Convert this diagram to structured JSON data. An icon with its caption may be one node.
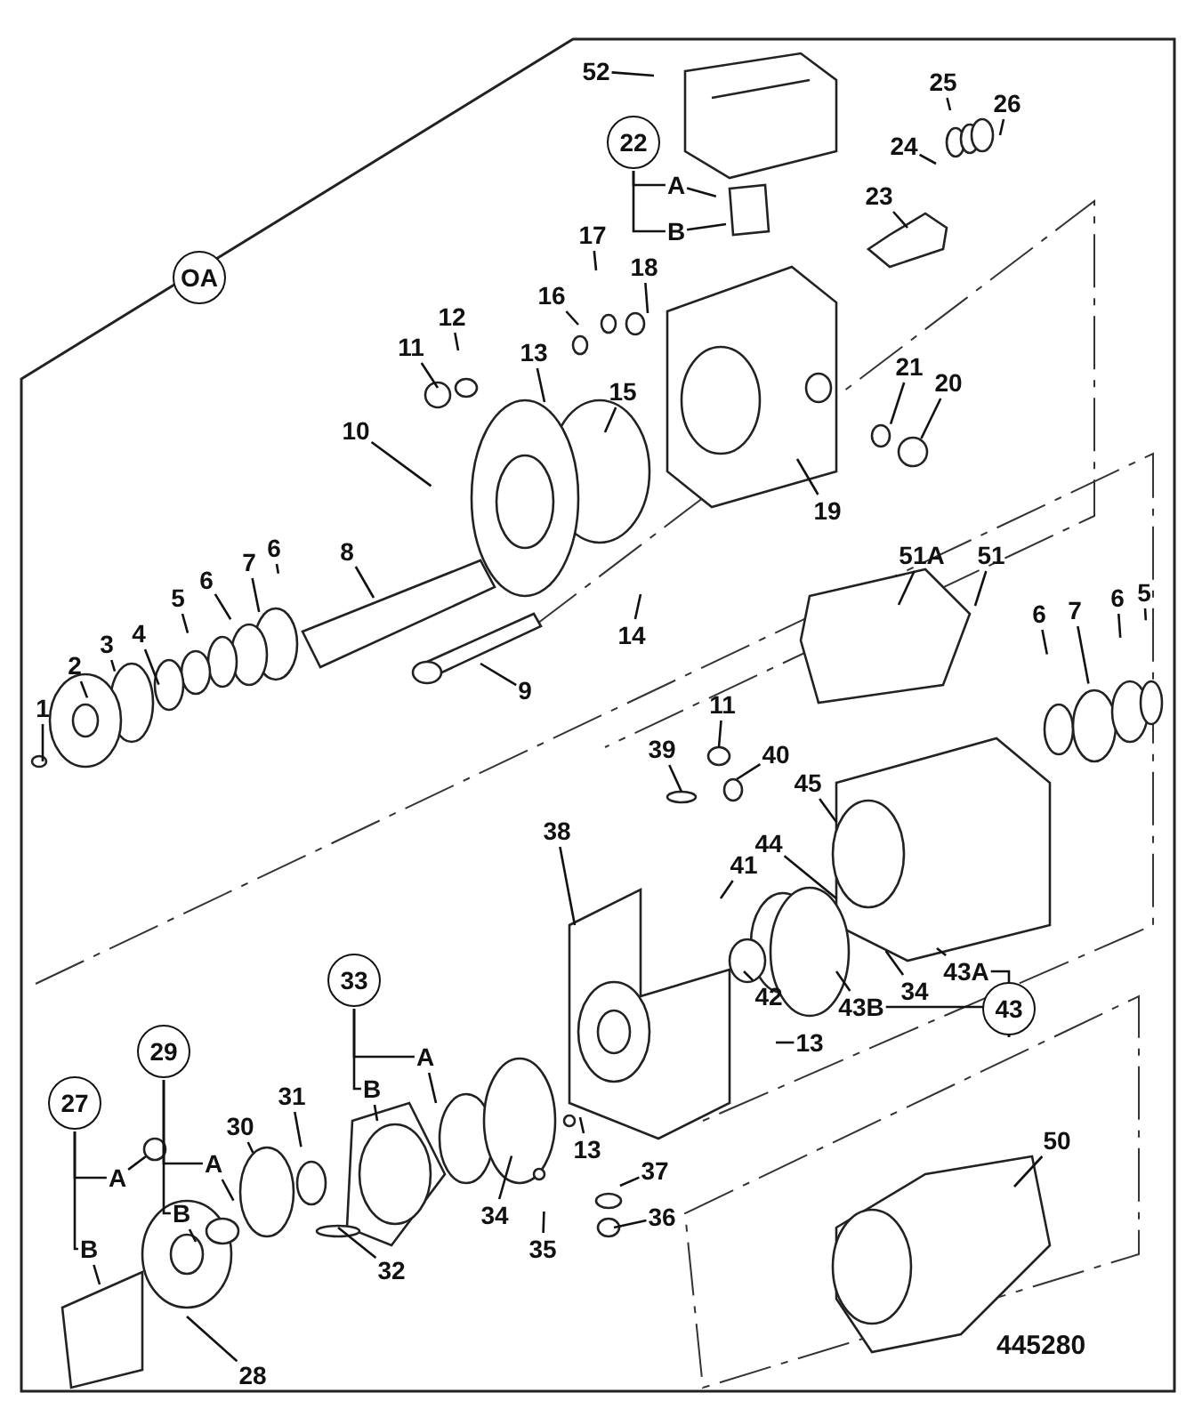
{
  "diagram": {
    "nodes": [
      {
        "text": [
          "52"
        ]
      },
      {
        "text": [
          "25"
        ]
      },
      {
        "text": [
          "26"
        ]
      },
      {
        "text": [
          "22"
        ]
      },
      {
        "text": [
          "24"
        ]
      },
      {
        "text": [
          "23"
        ]
      },
      {
        "text": [
          "A"
        ]
      },
      {
        "text": [
          "B"
        ]
      },
      {
        "text": [
          "17"
        ]
      },
      {
        "text": [
          "OA"
        ]
      },
      {
        "text": [
          "18"
        ]
      },
      {
        "text": [
          "16"
        ]
      },
      {
        "text": [
          "12"
        ]
      },
      {
        "text": [
          "11"
        ]
      },
      {
        "text": [
          "13"
        ]
      },
      {
        "text": [
          "21"
        ]
      },
      {
        "text": [
          "20"
        ]
      },
      {
        "text": [
          "15"
        ]
      },
      {
        "text": [
          "10"
        ]
      },
      {
        "text": [
          "19"
        ]
      },
      {
        "text": [
          "51A"
        ]
      },
      {
        "text": [
          "51"
        ]
      },
      {
        "text": [
          "6"
        ]
      },
      {
        "text": [
          "8"
        ]
      },
      {
        "text": [
          "7"
        ]
      },
      {
        "text": [
          "6"
        ]
      },
      {
        "text": [
          "5"
        ]
      },
      {
        "text": [
          "5"
        ]
      },
      {
        "text": [
          "6"
        ]
      },
      {
        "text": [
          "7"
        ]
      },
      {
        "text": [
          "6"
        ]
      },
      {
        "text": [
          "4"
        ]
      },
      {
        "text": [
          "14"
        ]
      },
      {
        "text": [
          "3"
        ]
      },
      {
        "text": [
          "2"
        ]
      },
      {
        "text": [
          "9"
        ]
      },
      {
        "text": [
          "1"
        ]
      },
      {
        "text": [
          "11"
        ]
      },
      {
        "text": [
          "40"
        ]
      },
      {
        "text": [
          "39"
        ]
      },
      {
        "text": [
          "45"
        ]
      },
      {
        "text": [
          "38"
        ]
      },
      {
        "text": [
          "44"
        ]
      },
      {
        "text": [
          "41"
        ]
      },
      {
        "text": [
          "43A"
        ]
      },
      {
        "text": [
          "33"
        ]
      },
      {
        "text": [
          "42"
        ]
      },
      {
        "text": [
          "34"
        ]
      },
      {
        "text": [
          "43B"
        ]
      },
      {
        "text": [
          "43"
        ]
      },
      {
        "text": [
          "13"
        ]
      },
      {
        "text": [
          "29"
        ]
      },
      {
        "text": [
          "A"
        ]
      },
      {
        "text": [
          "B"
        ]
      },
      {
        "text": [
          "27"
        ]
      },
      {
        "text": [
          "31"
        ]
      },
      {
        "text": [
          "30"
        ]
      },
      {
        "text": [
          "A"
        ]
      },
      {
        "text": [
          "A"
        ]
      },
      {
        "text": [
          "B"
        ]
      },
      {
        "text": [
          "13"
        ]
      },
      {
        "text": [
          "37"
        ]
      },
      {
        "text": [
          "34"
        ]
      },
      {
        "text": [
          "B"
        ]
      },
      {
        "text": [
          "36"
        ]
      },
      {
        "text": [
          "35"
        ]
      },
      {
        "text": [
          "32"
        ]
      },
      {
        "text": [
          "50"
        ]
      },
      {
        "text": [
          "28"
        ]
      }
    ],
    "edges": [
      {
        "from": 0,
        "to": null,
        "arrow": "none"
      },
      {
        "from": 1,
        "to": null,
        "arrow": "none"
      },
      {
        "from": 2,
        "to": null,
        "arrow": "none"
      },
      {
        "from": 3,
        "to": 6,
        "arrow": "none"
      },
      {
        "from": 3,
        "to": 7,
        "arrow": "none"
      },
      {
        "from": 4,
        "to": null,
        "arrow": "none"
      },
      {
        "from": 5,
        "to": null,
        "arrow": "none"
      },
      {
        "from": 6,
        "to": null,
        "arrow": "none"
      },
      {
        "from": 7,
        "to": null,
        "arrow": "none"
      },
      {
        "from": 8,
        "to": null,
        "arrow": "none"
      },
      {
        "from": 10,
        "to": null,
        "arrow": "none"
      },
      {
        "from": 11,
        "to": null,
        "arrow": "none"
      },
      {
        "from": 12,
        "to": null,
        "arrow": "none"
      },
      {
        "from": 13,
        "to": null,
        "arrow": "none"
      },
      {
        "from": 14,
        "to": null,
        "arrow": "none"
      },
      {
        "from": 15,
        "to": null,
        "arrow": "none"
      },
      {
        "from": 16,
        "to": null,
        "arrow": "none"
      },
      {
        "from": 17,
        "to": null,
        "arrow": "none"
      },
      {
        "from": 18,
        "to": null,
        "arrow": "none"
      },
      {
        "from": 19,
        "to": null,
        "arrow": "none"
      },
      {
        "from": 20,
        "to": null,
        "arrow": "none"
      },
      {
        "from": 21,
        "to": null,
        "arrow": "none"
      },
      {
        "from": 22,
        "to": null,
        "arrow": "none"
      },
      {
        "from": 23,
        "to": null,
        "arrow": "none"
      },
      {
        "from": 24,
        "to": null,
        "arrow": "none"
      },
      {
        "from": 25,
        "to": null,
        "arrow": "none"
      },
      {
        "from": 26,
        "to": null,
        "arrow": "none"
      },
      {
        "from": 27,
        "to": null,
        "arrow": "none"
      },
      {
        "from": 28,
        "to": null,
        "arrow": "none"
      },
      {
        "from": 29,
        "to": null,
        "arrow": "none"
      },
      {
        "from": 30,
        "to": null,
        "arrow": "none"
      },
      {
        "from": 31,
        "to": null,
        "arrow": "none"
      },
      {
        "from": 32,
        "to": null,
        "arrow": "none"
      },
      {
        "from": 33,
        "to": null,
        "arrow": "none"
      },
      {
        "from": 34,
        "to": null,
        "arrow": "none"
      },
      {
        "from": 35,
        "to": null,
        "arrow": "none"
      },
      {
        "from": 36,
        "to": null,
        "arrow": "none"
      },
      {
        "from": 37,
        "to": null,
        "arrow": "none"
      },
      {
        "from": 38,
        "to": null,
        "arrow": "none"
      },
      {
        "from": 39,
        "to": null,
        "arrow": "none"
      },
      {
        "from": 40,
        "to": null,
        "arrow": "none"
      },
      {
        "from": 41,
        "to": null,
        "arrow": "none"
      },
      {
        "from": 42,
        "to": null,
        "arrow": "none"
      },
      {
        "from": 43,
        "to": null,
        "arrow": "none"
      },
      {
        "from": 44,
        "to": null,
        "arrow": "none"
      },
      {
        "from": 45,
        "to": 52,
        "arrow": "none"
      },
      {
        "from": 45,
        "to": 53,
        "arrow": "none"
      },
      {
        "from": 46,
        "to": null,
        "arrow": "none"
      },
      {
        "from": 47,
        "to": null,
        "arrow": "none"
      },
      {
        "from": 48,
        "to": null,
        "arrow": "none"
      },
      {
        "from": 49,
        "to": 44,
        "arrow": "none"
      },
      {
        "from": 49,
        "to": 48,
        "arrow": "none"
      },
      {
        "from": 50,
        "to": null,
        "arrow": "none"
      },
      {
        "from": 51,
        "to": 57,
        "arrow": "none"
      },
      {
        "from": 51,
        "to": 59,
        "arrow": "none"
      },
      {
        "from": 52,
        "to": null,
        "arrow": "none"
      },
      {
        "from": 53,
        "to": null,
        "arrow": "none"
      },
      {
        "from": 54,
        "to": 58,
        "arrow": "none"
      },
      {
        "from": 54,
        "to": 63,
        "arrow": "none"
      },
      {
        "from": 55,
        "to": null,
        "arrow": "none"
      },
      {
        "from": 56,
        "to": null,
        "arrow": "none"
      },
      {
        "from": 57,
        "to": null,
        "arrow": "none"
      },
      {
        "from": 58,
        "to": null,
        "arrow": "none"
      },
      {
        "from": 59,
        "to": null,
        "arrow": "none"
      },
      {
        "from": 60,
        "to": null,
        "arrow": "none"
      },
      {
        "from": 61,
        "to": null,
        "arrow": "none"
      },
      {
        "from": 62,
        "to": null,
        "arrow": "none"
      },
      {
        "from": 63,
        "to": null,
        "arrow": "none"
      },
      {
        "from": 64,
        "to": null,
        "arrow": "none"
      },
      {
        "from": 65,
        "to": null,
        "arrow": "none"
      },
      {
        "from": 66,
        "to": null,
        "arrow": "none"
      },
      {
        "from": 67,
        "to": null,
        "arrow": "none"
      },
      {
        "from": 68,
        "to": null,
        "arrow": "none"
      }
    ],
    "labels": [
      "445280"
    ]
  }
}
